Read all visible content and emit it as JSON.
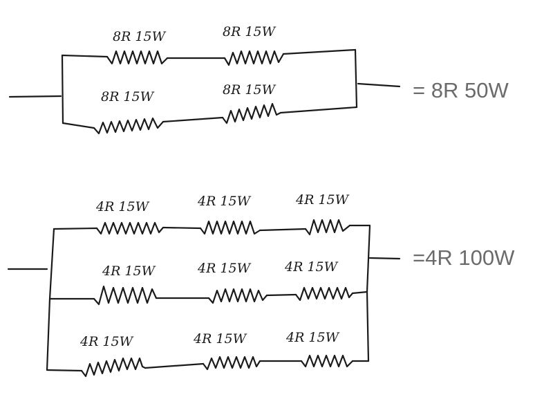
{
  "circuits": [
    {
      "result": "= 8R 50W",
      "rows": [
        {
          "resistors": [
            {
              "label": "8R 15W"
            },
            {
              "label": "8R 15W"
            }
          ]
        },
        {
          "resistors": [
            {
              "label": "8R 15W"
            },
            {
              "label": "8R 15W"
            }
          ]
        }
      ]
    },
    {
      "result": "=4R 100W",
      "rows": [
        {
          "resistors": [
            {
              "label": "4R 15W"
            },
            {
              "label": "4R 15W"
            },
            {
              "label": "4R 15W"
            }
          ]
        },
        {
          "resistors": [
            {
              "label": "4R 15W"
            },
            {
              "label": "4R 15W"
            },
            {
              "label": "4R 15W"
            }
          ]
        },
        {
          "resistors": [
            {
              "label": "4R 15W"
            },
            {
              "label": "4R 15W"
            },
            {
              "label": "4R 15W"
            }
          ]
        }
      ]
    }
  ]
}
